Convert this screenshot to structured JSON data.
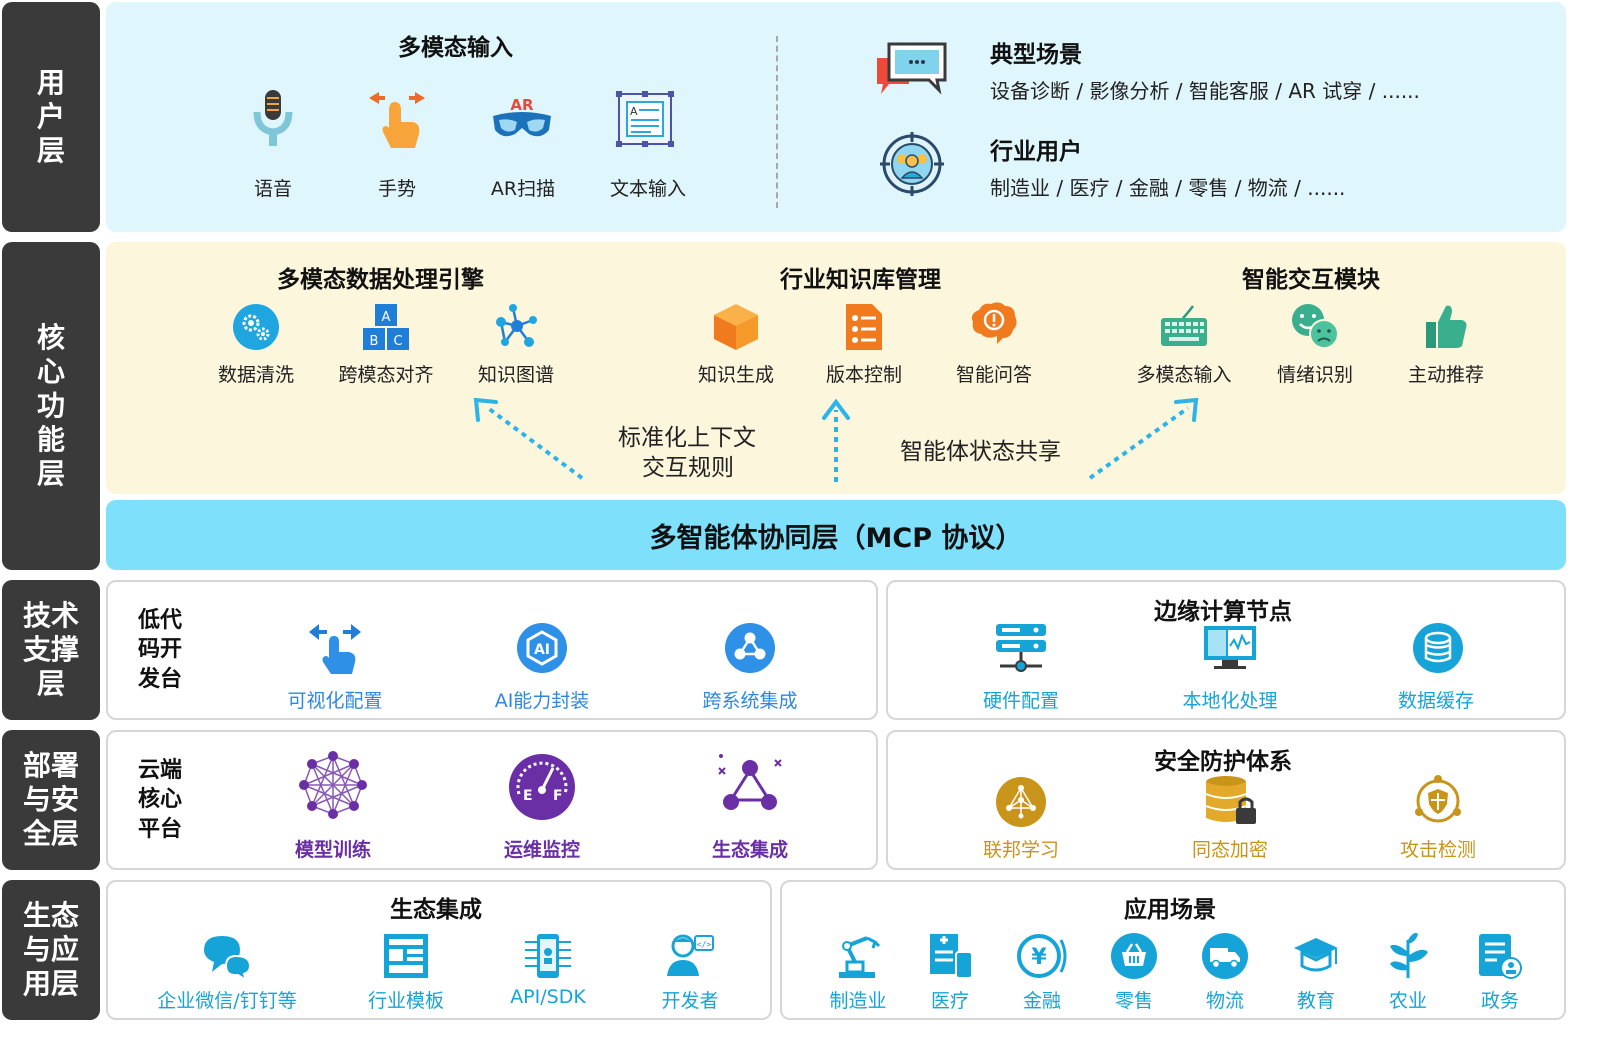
{
  "layers": {
    "user": "用\n户\n层",
    "core": "核\n心\n功\n能\n层",
    "tech": "技术\n支撑\n层",
    "deploy": "部署\n与安\n全层",
    "eco": "生态\n与应\n用层"
  },
  "user_layer": {
    "input_title": "多模态输入",
    "inputs": [
      "语音",
      "手势",
      "AR扫描",
      "文本输入"
    ],
    "scene_title": "典型场景",
    "scene_text": "设备诊断 / 影像分析 / 智能客服 / AR 试穿 / ......",
    "industry_title": "行业用户",
    "industry_text": "制造业 / 医疗 / 金融 / 零售 / 物流 / ......"
  },
  "core_layer": {
    "groups": [
      {
        "title": "多模态数据处理引擎",
        "items": [
          "数据清洗",
          "跨模态对齐",
          "知识图谱"
        ]
      },
      {
        "title": "行业知识库管理",
        "items": [
          "知识生成",
          "版本控制",
          "智能问答"
        ]
      },
      {
        "title": "智能交互模块",
        "items": [
          "多模态输入",
          "情绪识别",
          "主动推荐"
        ]
      }
    ],
    "note_left_1": "标准化上下文",
    "note_left_2": "交互规则",
    "note_right": "智能体状态共享",
    "abc": [
      "A",
      "B",
      "C"
    ]
  },
  "mcp_bar": "多智能体协同层（MCP 协议）",
  "tech_layer": {
    "left_title": "低代\n码开\n发台",
    "left_items": [
      "可视化配置",
      "AI能力封装",
      "跨系统集成"
    ],
    "right_title": "边缘计算节点",
    "right_items": [
      "硬件配置",
      "本地化处理",
      "数据缓存"
    ]
  },
  "deploy_layer": {
    "left_title": "云端\n核心\n平台",
    "left_items": [
      "模型训练",
      "运维监控",
      "生态集成"
    ],
    "right_title": "安全防护体系",
    "right_items": [
      "联邦学习",
      "同态加密",
      "攻击检测"
    ],
    "gauge_letters": [
      "E",
      "F"
    ]
  },
  "eco_layer": {
    "left_title": "生态集成",
    "left_items": [
      "企业微信/钉钉等",
      "行业模板",
      "API/SDK",
      "开发者"
    ],
    "right_title": "应用场景",
    "right_items": [
      "制造业",
      "医疗",
      "金融",
      "零售",
      "物流",
      "教育",
      "农业",
      "政务"
    ]
  },
  "colors": {
    "user_bg": "#e0f6fd",
    "core_bg": "#fbf6dc",
    "mcp_bg": "#7ee0fb",
    "blue_text": "#2e88e0",
    "purple_text": "#6a2fa5",
    "gold_text": "#c9941a",
    "cyan_text": "#16a4d8",
    "dark_label": "#3a3a3a",
    "dot_arrow": "#2bb4e8"
  }
}
